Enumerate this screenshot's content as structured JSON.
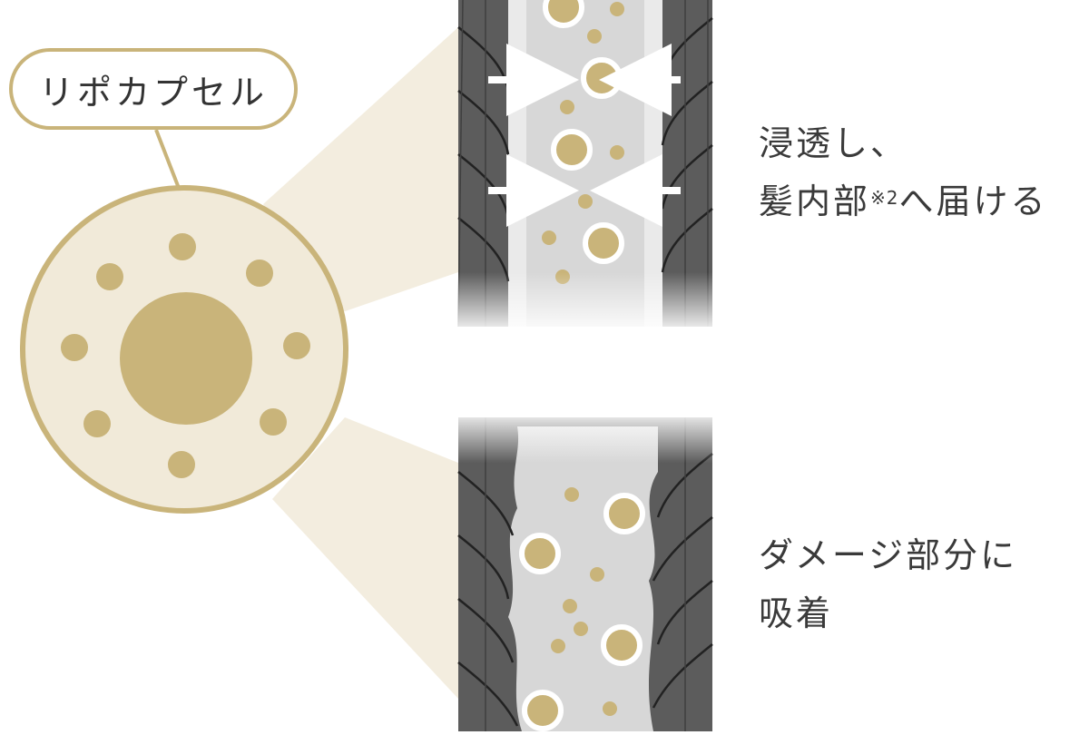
{
  "capsule_label": "リポカプセル",
  "caption_penetrate": {
    "line1": "浸透し、",
    "line2_before": "髪内部",
    "line2_note": "※2",
    "line2_after": "へ届ける"
  },
  "caption_adsorb": {
    "line1": "ダメージ部分に",
    "line2": "吸着"
  },
  "colors": {
    "gold": "#c9b47a",
    "cream": "#f1ead9",
    "cuticle_dark": "#5c5c5c",
    "cortex_light": "#d7d7d7",
    "text": "#333333"
  }
}
